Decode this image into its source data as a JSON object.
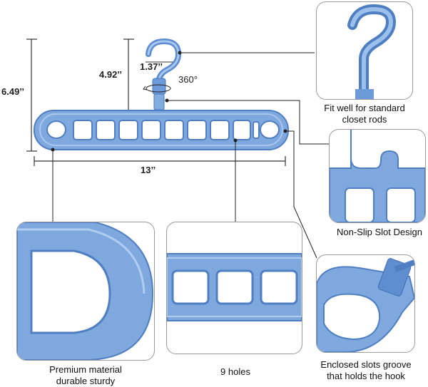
{
  "dimensions": {
    "overall_height": "6.49’’",
    "hook_height": "4.92’’",
    "hook_width": "1.37’’",
    "rotation": "360°",
    "length": "13’’"
  },
  "callouts": {
    "hook": {
      "line1": "Fit well for standard",
      "line2": "closet rods"
    },
    "slot": {
      "line1": "Non-Slip Slot Design"
    },
    "groove": {
      "line1": "Enclosed slots groove",
      "line2": "that holds the hook"
    },
    "material": {
      "line1": "Premium material",
      "line2": "durable sturdy"
    },
    "holes": {
      "line1": "9 holes"
    }
  },
  "colors": {
    "plastic": "#7fa9de",
    "plastic_dark": "#4f7fc2",
    "line": "#222222"
  }
}
